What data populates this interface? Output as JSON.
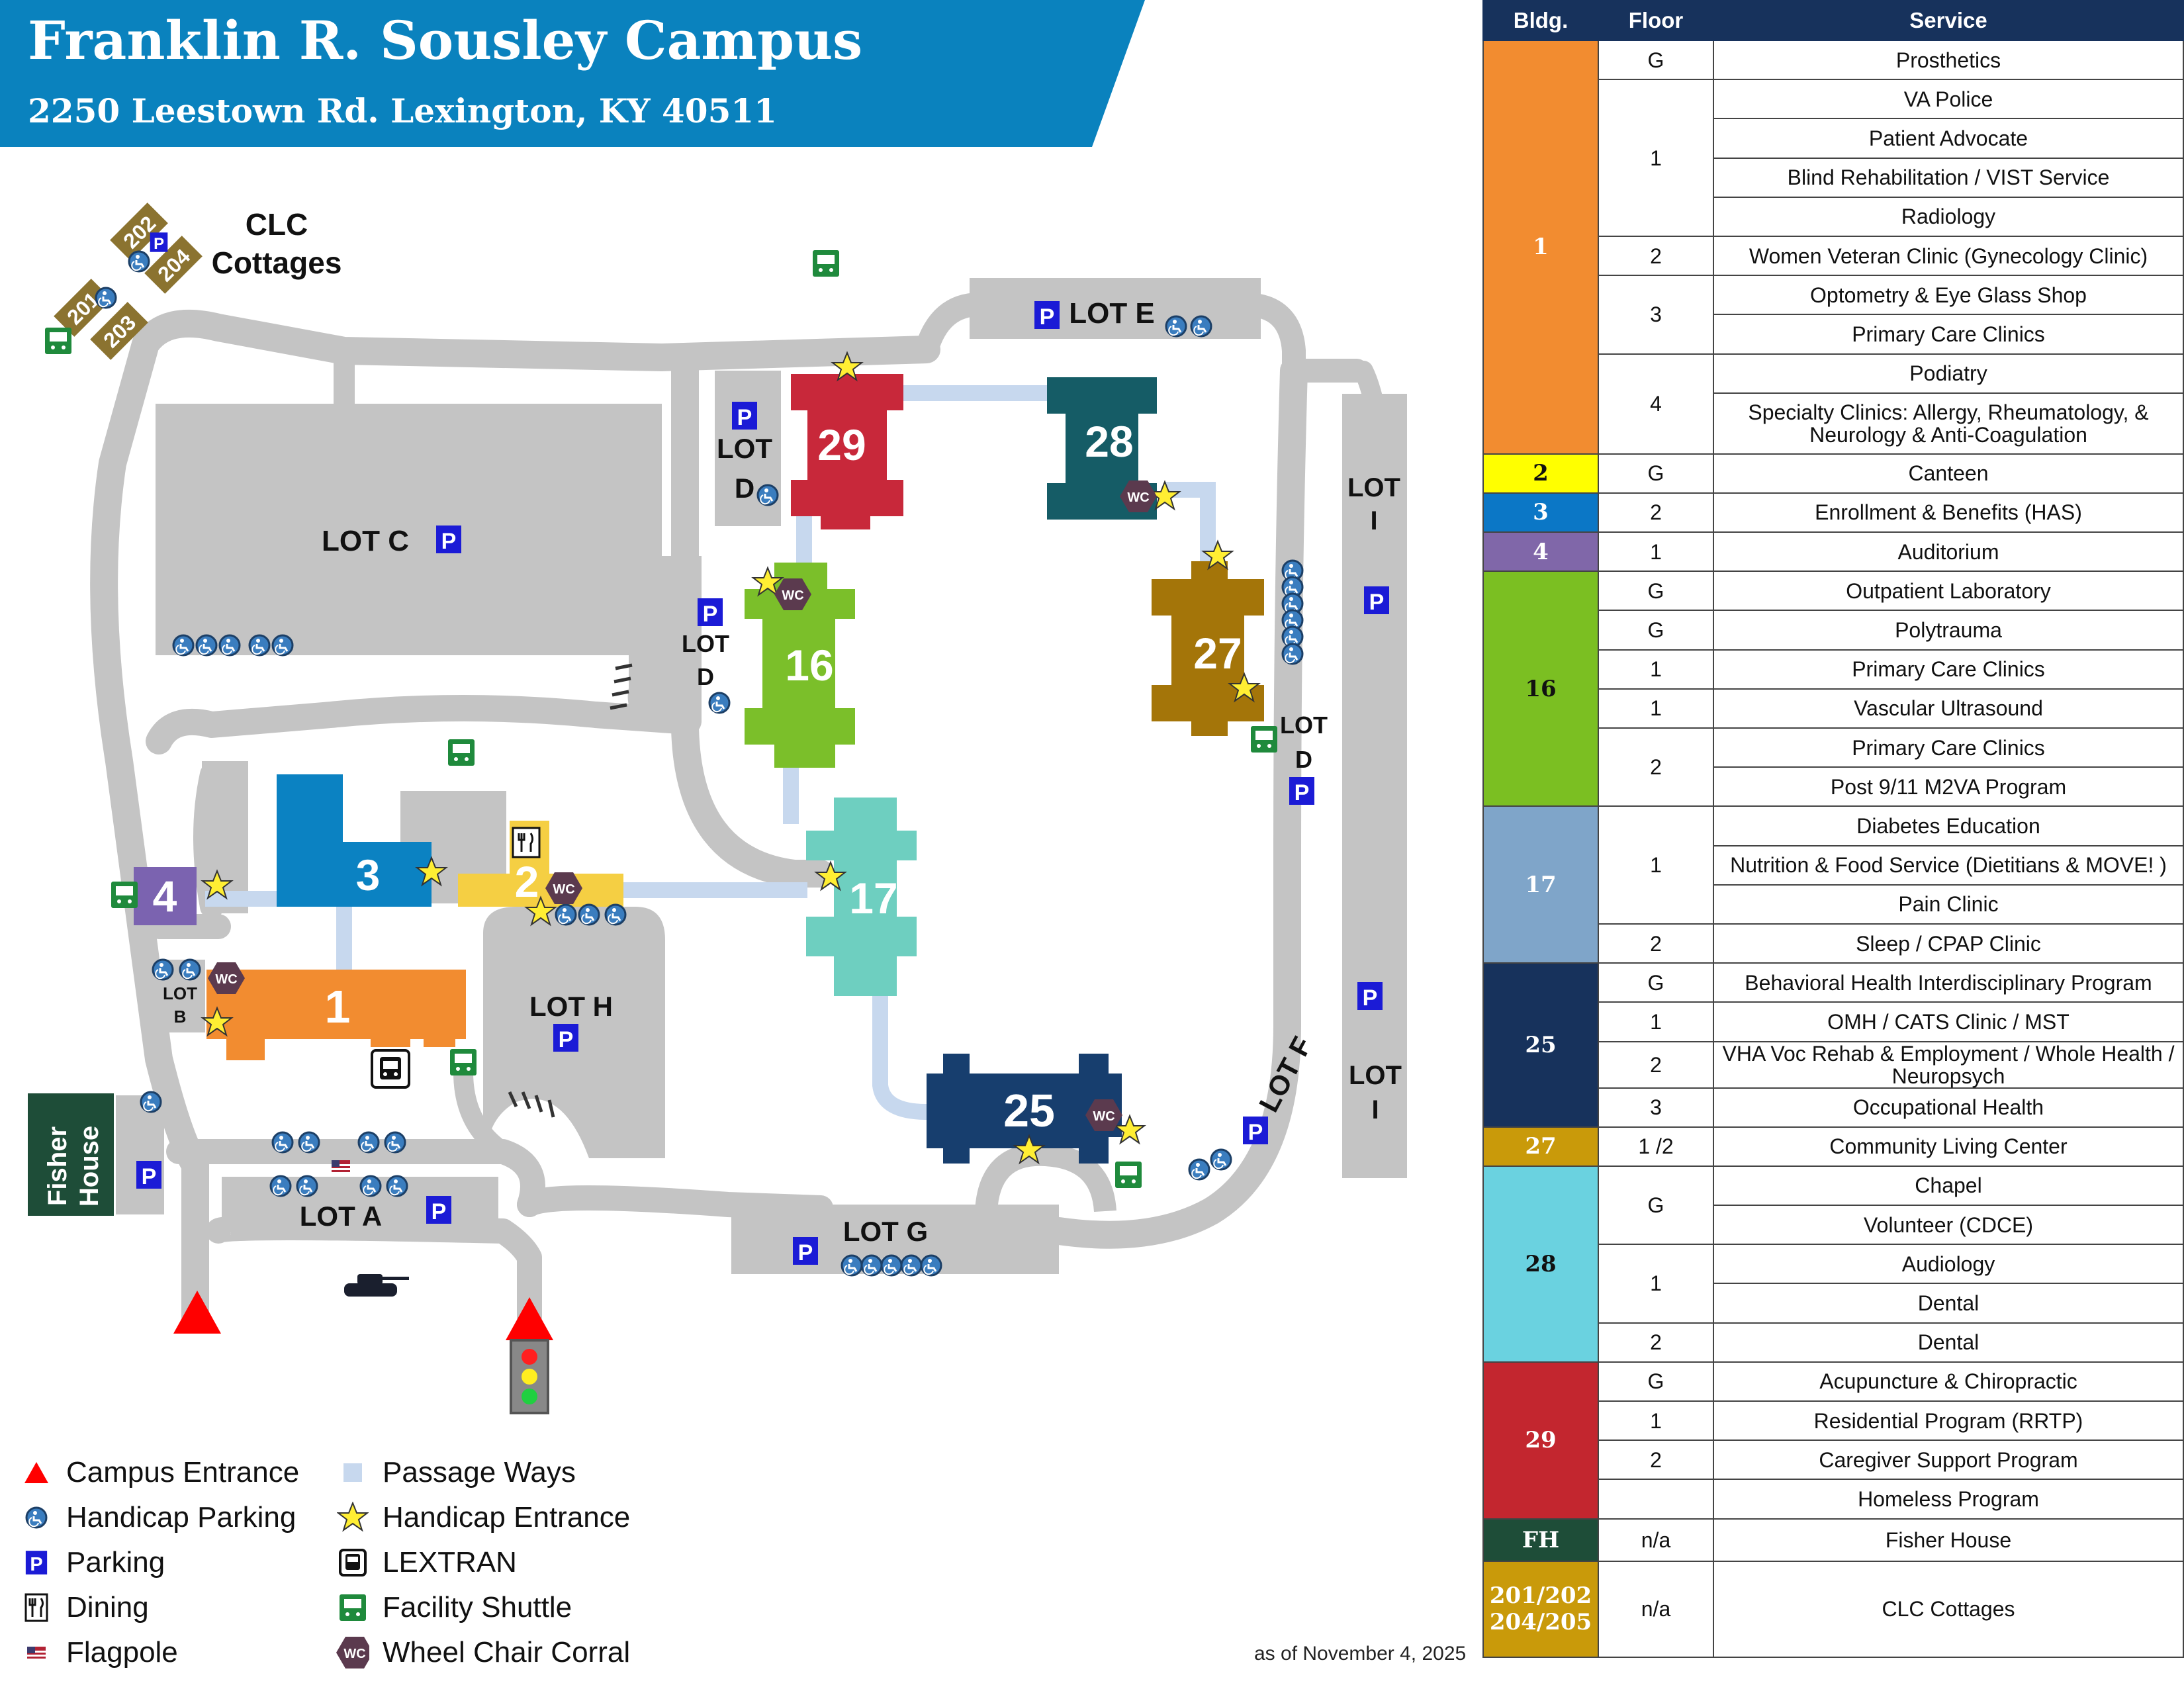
{
  "header": {
    "title": "Franklin R. Sousley Campus",
    "address": "2250 Leestown Rd. Lexington, KY 40511",
    "banner_color": "#0a82be"
  },
  "colors": {
    "road": "#c4c4c4",
    "passage": "#c7d8ee",
    "b1": "#f28c30",
    "b2": "#f5cf43",
    "b3": "#0b82c2",
    "b4": "#7b63b0",
    "b16": "#7bbf2a",
    "b17": "#6ecfc0",
    "b25": "#173e6e",
    "b27": "#a47509",
    "b28": "#155c66",
    "b29": "#c8283a",
    "fisher": "#1e4d38",
    "cottage": "#8b7330",
    "parking": "#1b1bd6",
    "handicap": "#3a7dbf",
    "shuttle": "#1f8a3c",
    "entrance": "#ff0000"
  },
  "map": {
    "cottages_label": [
      "CLC",
      "Cottages"
    ],
    "cottages": [
      "201",
      "202",
      "203",
      "204"
    ],
    "buildings": {
      "b1": "1",
      "b2": "2",
      "b3": "3",
      "b4": "4",
      "b16": "16",
      "b17": "17",
      "b25": "25",
      "b27": "27",
      "b28": "28",
      "b29": "29"
    },
    "fisher_house": [
      "Fisher",
      "House"
    ],
    "lots": {
      "c": "LOT C",
      "d1": [
        "LOT",
        "D"
      ],
      "d2": [
        "LOT",
        "D"
      ],
      "d3": [
        "LOT",
        "D"
      ],
      "e": "LOT E",
      "i1": [
        "LOT",
        "I"
      ],
      "i2": [
        "LOT",
        "I"
      ],
      "h": "LOT H",
      "b": [
        "LOT",
        "B"
      ],
      "a": "LOT A",
      "g": "LOT G",
      "f": "LOT F"
    },
    "parking_letter": "P",
    "wc_label": "WC"
  },
  "legend": [
    {
      "icon": "campus-entrance-icon",
      "label": "Campus Entrance"
    },
    {
      "icon": "handicap-parking-icon",
      "label": "Handicap Parking"
    },
    {
      "icon": "parking-icon",
      "label": "Parking"
    },
    {
      "icon": "dining-icon",
      "label": "Dining"
    },
    {
      "icon": "flagpole-icon",
      "label": "Flagpole"
    },
    {
      "icon": "passage-way-icon",
      "label": "Passage Ways"
    },
    {
      "icon": "handicap-entrance-icon",
      "label": "Handicap Entrance"
    },
    {
      "icon": "lextran-icon",
      "label": "LEXTRAN"
    },
    {
      "icon": "facility-shuttle-icon",
      "label": "Facility Shuttle"
    },
    {
      "icon": "wheel-chair-corral-icon",
      "label": "Wheel Chair Corral"
    }
  ],
  "as_of": "as of November 4, 2025",
  "directory": {
    "headers": [
      "Bldg.",
      "Floor",
      "Service"
    ],
    "groups": [
      {
        "bldg": "1",
        "color": "#f28c30",
        "text_color": "#ffffff",
        "rows": [
          {
            "floor": "G",
            "services": [
              "Prosthetics"
            ]
          },
          {
            "floor": "1",
            "services": [
              "VA Police",
              "Patient Advocate",
              "Blind Rehabilitation / VIST Service",
              "Radiology"
            ]
          },
          {
            "floor": "2",
            "services": [
              "Women Veteran Clinic (Gynecology Clinic)"
            ]
          },
          {
            "floor": "3",
            "services": [
              "Optometry & Eye Glass Shop",
              "Primary Care Clinics"
            ]
          },
          {
            "floor": "4",
            "services": [
              "Podiatry",
              "Specialty Clinics: Allergy, Rheumatology, & Neurology & Anti-Coagulation"
            ]
          }
        ]
      },
      {
        "bldg": "2",
        "color": "#ffff00",
        "text_color": "#111111",
        "rows": [
          {
            "floor": "G",
            "services": [
              "Canteen"
            ]
          }
        ]
      },
      {
        "bldg": "3",
        "color": "#0b77c6",
        "text_color": "#ffffff",
        "rows": [
          {
            "floor": "2",
            "services": [
              "Enrollment & Benefits (HAS)"
            ]
          }
        ]
      },
      {
        "bldg": "4",
        "color": "#8067a9",
        "text_color": "#ffffff",
        "rows": [
          {
            "floor": "1",
            "services": [
              "Auditorium"
            ]
          }
        ]
      },
      {
        "bldg": "16",
        "color": "#7bbf22",
        "text_color": "#111111",
        "rows": [
          {
            "floor": "G",
            "services": [
              "Outpatient Laboratory"
            ]
          },
          {
            "floor": "G",
            "services": [
              "Polytrauma"
            ]
          },
          {
            "floor": "1",
            "services": [
              "Primary Care Clinics"
            ]
          },
          {
            "floor": "1",
            "services": [
              "Vascular Ultrasound"
            ]
          },
          {
            "floor": "2",
            "services": [
              "Primary Care Clinics",
              "Post 9/11 M2VA Program"
            ]
          }
        ]
      },
      {
        "bldg": "17",
        "color": "#7fa5c9",
        "text_color": "#ffffff",
        "rows": [
          {
            "floor": "1",
            "services": [
              "Diabetes Education",
              "Nutrition & Food Service (Dietitians & MOVE! )",
              "Pain Clinic"
            ]
          },
          {
            "floor": "2",
            "services": [
              "Sleep / CPAP Clinic"
            ]
          }
        ]
      },
      {
        "bldg": "25",
        "color": "#17325c",
        "text_color": "#ffffff",
        "rows": [
          {
            "floor": "G",
            "services": [
              "Behavioral Health Interdisciplinary Program"
            ]
          },
          {
            "floor": "1",
            "services": [
              "OMH / CATS Clinic / MST"
            ]
          },
          {
            "floor": "2",
            "services": [
              "VHA Voc Rehab & Employment / Whole Health / Neuropsych"
            ]
          },
          {
            "floor": "3",
            "services": [
              "Occupational Health"
            ]
          }
        ]
      },
      {
        "bldg": "27",
        "color": "#c99a0a",
        "text_color": "#ffffff",
        "rows": [
          {
            "floor": "1 /2",
            "services": [
              "Community Living Center"
            ]
          }
        ]
      },
      {
        "bldg": "28",
        "color": "#6ad2e0",
        "text_color": "#111111",
        "rows": [
          {
            "floor": "G",
            "services": [
              "Chapel",
              "Volunteer (CDCE)"
            ]
          },
          {
            "floor": "1",
            "services": [
              "Audiology",
              "Dental"
            ]
          },
          {
            "floor": "2",
            "services": [
              "Dental"
            ]
          }
        ]
      },
      {
        "bldg": "29",
        "color": "#c3262f",
        "text_color": "#ffffff",
        "rows": [
          {
            "floor": "G",
            "services": [
              "Acupuncture & Chiropractic"
            ]
          },
          {
            "floor": "1",
            "services": [
              "Residential Program (RRTP)"
            ]
          },
          {
            "floor": "2",
            "services": [
              "Caregiver Support Program"
            ]
          },
          {
            "floor": "",
            "services": [
              "Homeless Program"
            ]
          }
        ]
      },
      {
        "bldg": "FH",
        "color": "#1e4d38",
        "text_color": "#ffffff",
        "rows": [
          {
            "floor": "n/a",
            "services": [
              "Fisher House"
            ]
          }
        ]
      },
      {
        "bldg": "201/202204/205",
        "color": "#c99a0a",
        "text_color": "#ffffff",
        "rows": [
          {
            "floor": "n/a",
            "services": [
              "CLC Cottages"
            ]
          }
        ]
      }
    ]
  }
}
